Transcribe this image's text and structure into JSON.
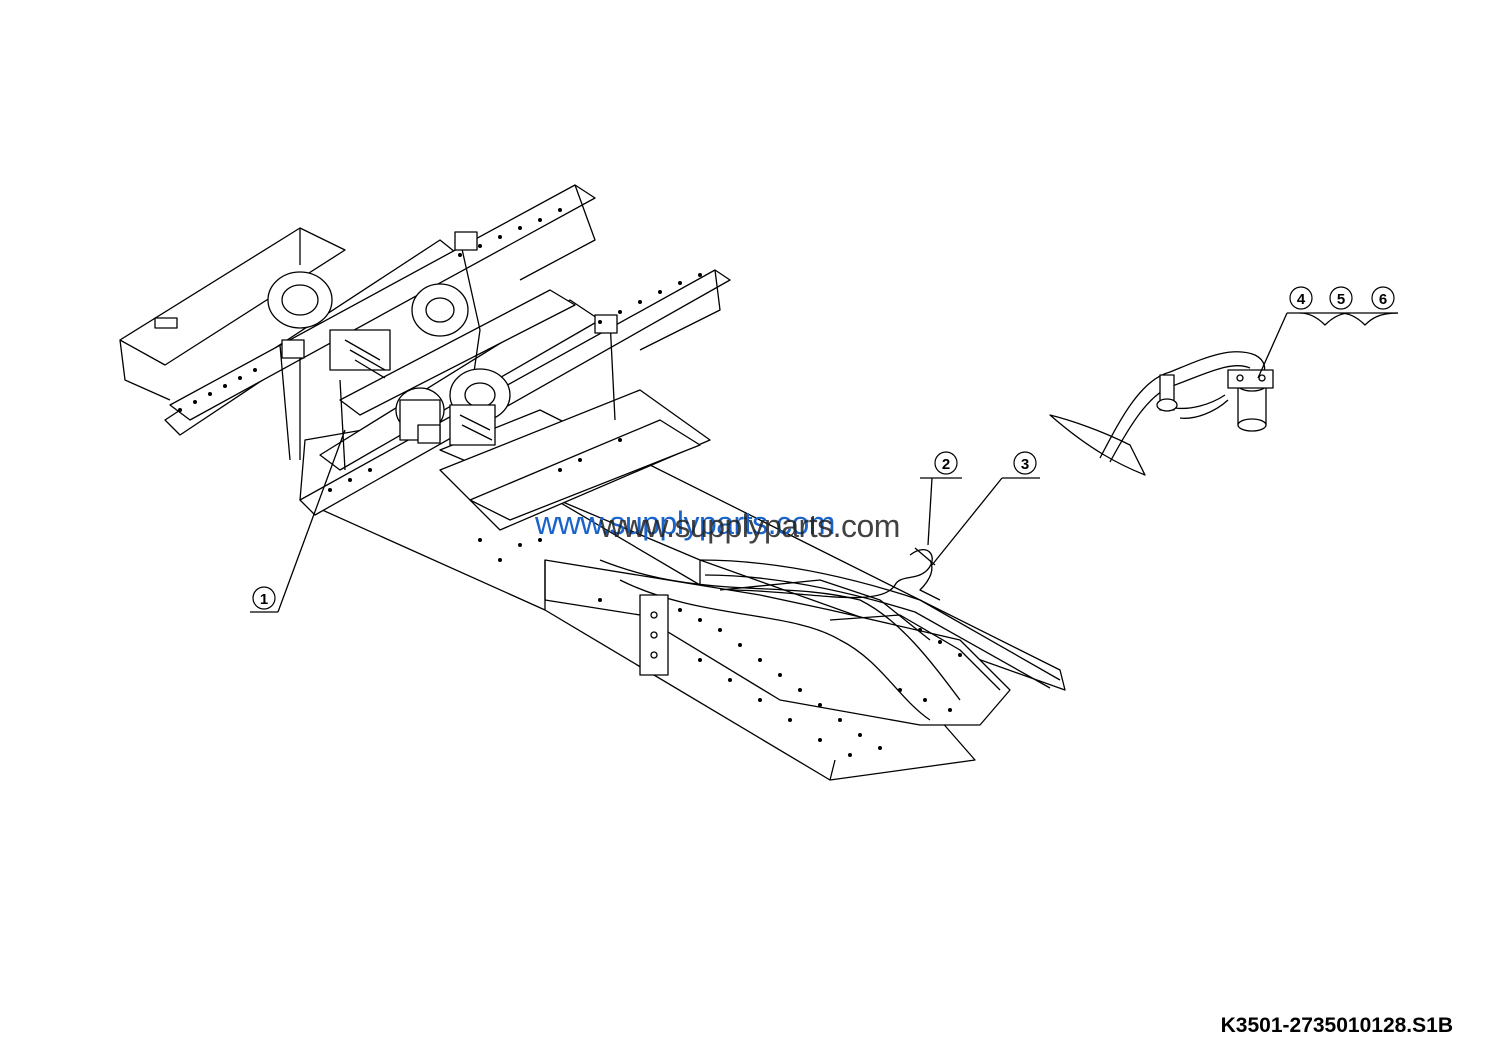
{
  "diagram": {
    "callouts": [
      {
        "id": "c1",
        "label": "1"
      },
      {
        "id": "c2",
        "label": "2"
      },
      {
        "id": "c3",
        "label": "3"
      },
      {
        "id": "c4",
        "label": "4"
      },
      {
        "id": "c5",
        "label": "5"
      },
      {
        "id": "c6",
        "label": "6"
      }
    ]
  },
  "watermarks": [
    "www.supplyparts.com",
    "www.supplyparts.com"
  ],
  "drawing_code": "K3501-2735010128.S1B",
  "colors": {
    "line": "#000000",
    "watermark": "#1a63c8",
    "background": "#ffffff"
  }
}
